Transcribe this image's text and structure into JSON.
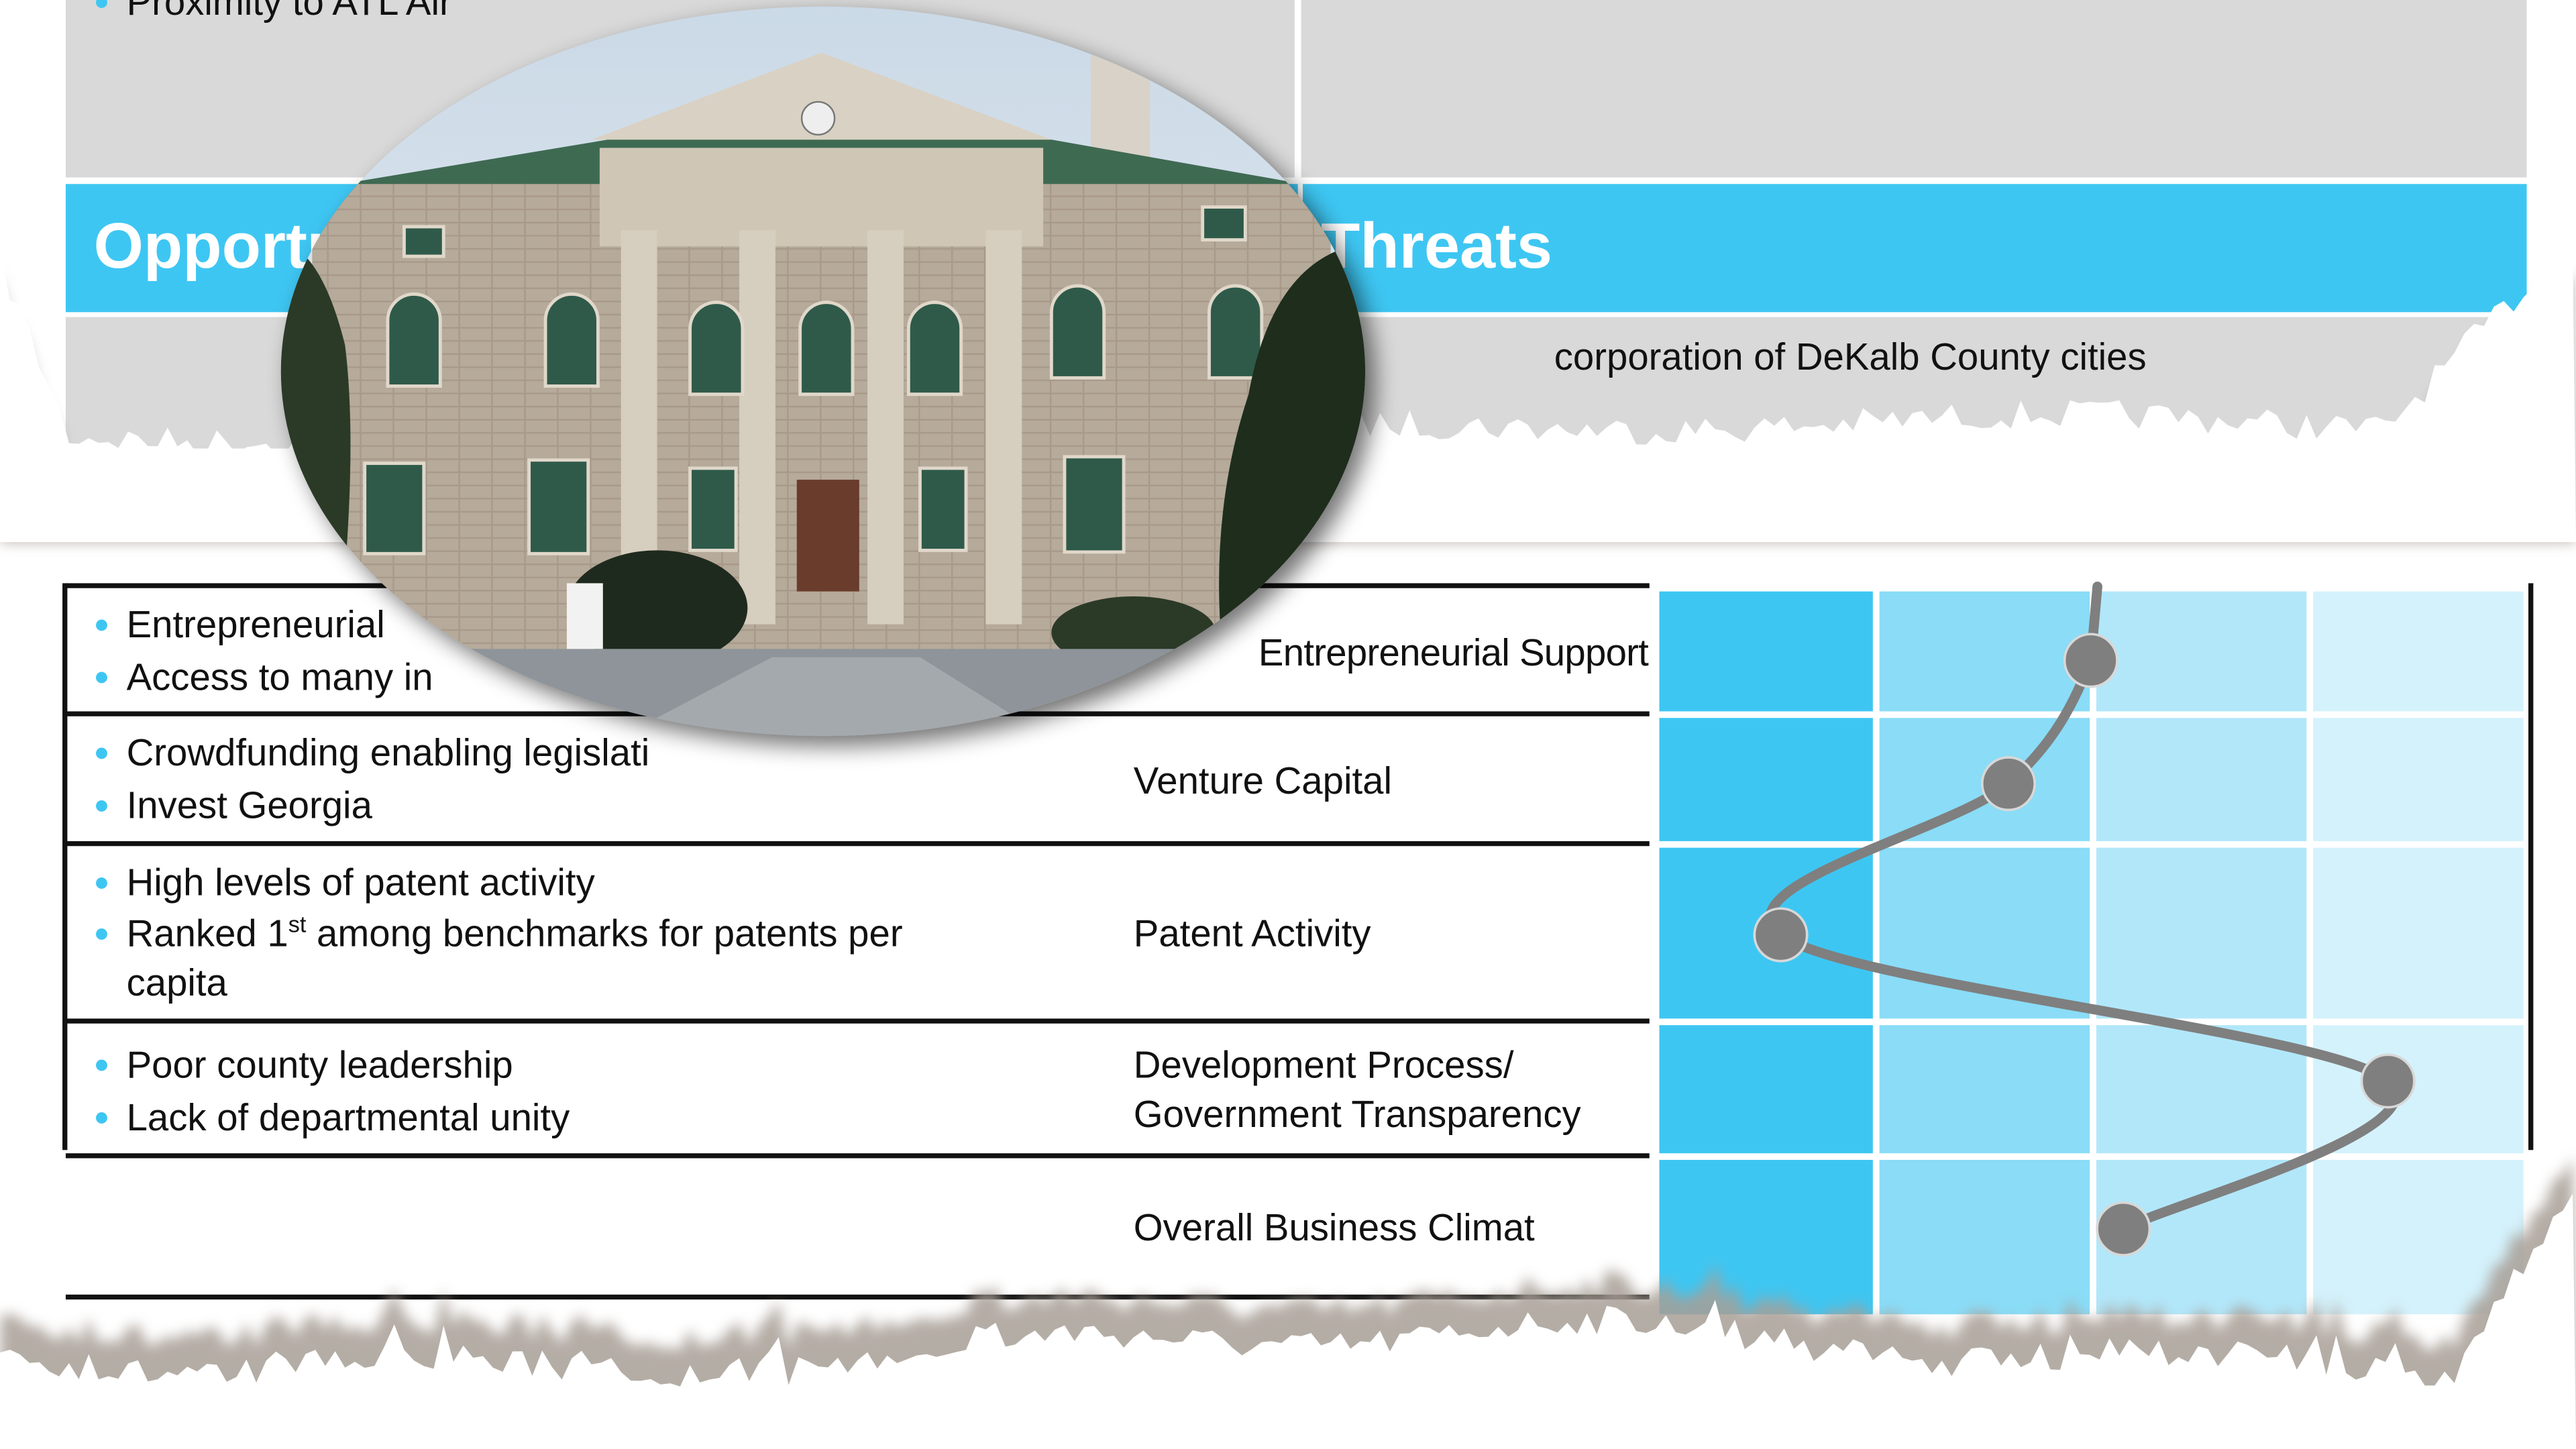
{
  "top_left_panel": {
    "bullet": "Proximity to ATL Air"
  },
  "headers": {
    "opportunities": "Opportunities",
    "threats": "Threats"
  },
  "threats_row": {
    "text": "corporation of DeKalb County cities"
  },
  "table": {
    "rows": [
      {
        "bullets": [
          "Entrepreneurial",
          "Access to many in"
        ],
        "category": "Entrepreneurial Support",
        "score": 1.99
      },
      {
        "bullets": [
          "Crowdfunding enabling legislati",
          "Invest Georgia"
        ],
        "category": "Venture Capital",
        "score": 1.61
      },
      {
        "bullets": [
          "High levels of patent activity",
          "Ranked 1",
          "st",
          " among benchmarks for patents per",
          "capita"
        ],
        "category": "Patent Activity",
        "score": 0.56
      },
      {
        "bullets": [
          "Poor county leadership",
          "Lack of departmental unity"
        ],
        "category": "Development Process/",
        "category_line2": "Government Transparency",
        "score": 3.36
      },
      {
        "bullets": [],
        "category": "Overall Business Climat",
        "score": 2.14
      }
    ]
  },
  "chart_data": {
    "type": "line",
    "categories": [
      "Entrepreneurial Support",
      "Venture Capital",
      "Patent Activity",
      "Development Process/Government Transparency",
      "Overall Business Climate"
    ],
    "values": [
      1.99,
      1.61,
      0.56,
      3.36,
      2.14
    ],
    "xlim": [
      0,
      4
    ],
    "band_colors": [
      "#3ec6f2",
      "#8adcf7",
      "#b2e7fa",
      "#d4f2fc"
    ],
    "line_color": "#7f7f7f",
    "grid": true
  },
  "colors": {
    "accent": "#3ec6f2",
    "panel_gray": "#d9d9d9"
  },
  "photo": {
    "subject": "courthouse-photo"
  }
}
